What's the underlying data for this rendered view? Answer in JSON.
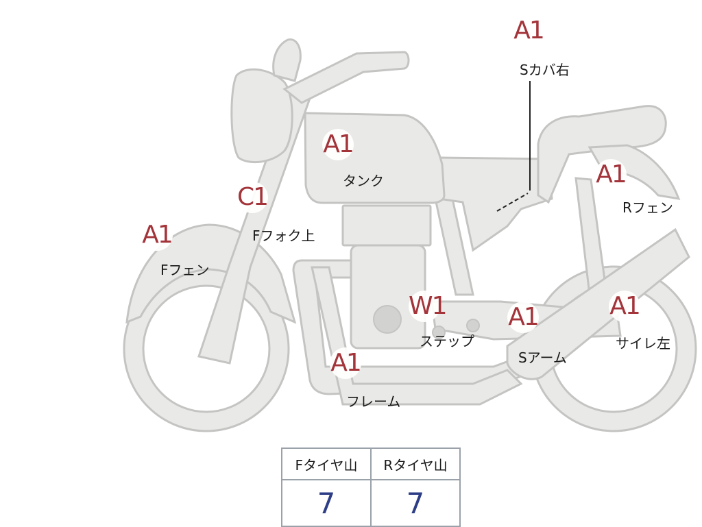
{
  "parts": [
    {
      "id": "s-cover-right",
      "grade": "A1",
      "label": "Sカバ右"
    },
    {
      "id": "tank",
      "grade": "A1",
      "label": "タンク"
    },
    {
      "id": "front-fork-upper",
      "grade": "C1",
      "label": "Fフォク上"
    },
    {
      "id": "front-fender",
      "grade": "A1",
      "label": "Fフェン"
    },
    {
      "id": "rear-fender",
      "grade": "A1",
      "label": "Rフェン"
    },
    {
      "id": "step",
      "grade": "W1",
      "label": "ステップ"
    },
    {
      "id": "swing-arm",
      "grade": "A1",
      "label": "Sアーム"
    },
    {
      "id": "silencer-left",
      "grade": "A1",
      "label": "サイレ左"
    },
    {
      "id": "frame",
      "grade": "A1",
      "label": "フレーム"
    }
  ],
  "tire_table": {
    "headers": [
      "Fタイヤ山",
      "Rタイヤ山"
    ],
    "values": [
      "7",
      "7"
    ]
  },
  "colors": {
    "grade_text": "#a3343a",
    "tire_value": "#2e3e86",
    "body_fill": "#e9e9e7"
  }
}
